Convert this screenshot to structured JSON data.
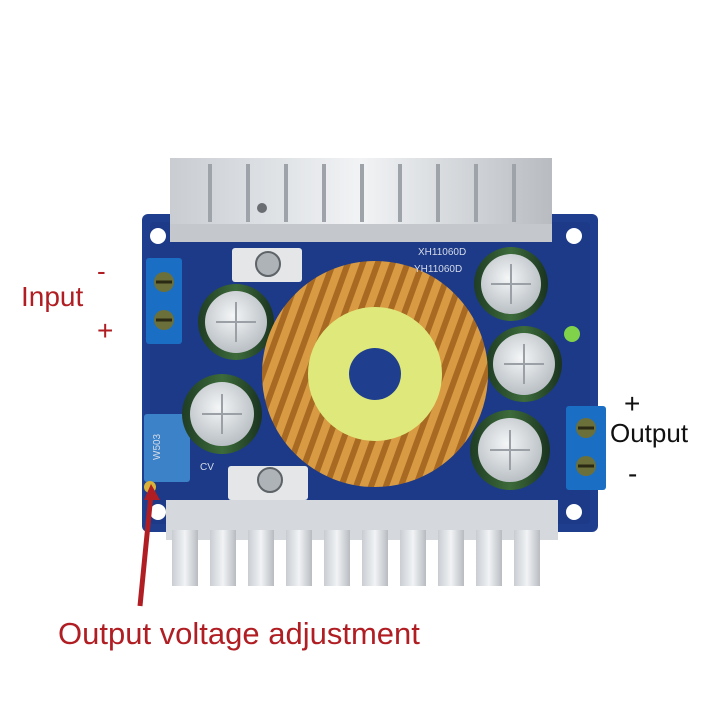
{
  "labels": {
    "input_minus": "-",
    "input_label": "Input",
    "input_plus": "+",
    "output_plus": "+",
    "output_label": "Output",
    "output_minus": "-",
    "adjust_label": "Output voltage adjustment"
  },
  "board_markings": {
    "chip1": "XH11060D",
    "chip2": "YH11060D",
    "pot": "W503",
    "cv": "CV"
  },
  "colors": {
    "annotation_red": "#b01e23",
    "pcb_blue": "#1f3f8e",
    "heatsink": "#dfe2e6",
    "terminal_blue": "#1a6fc4",
    "copper": "#c88a32",
    "toroid_core": "#dfe87a"
  }
}
